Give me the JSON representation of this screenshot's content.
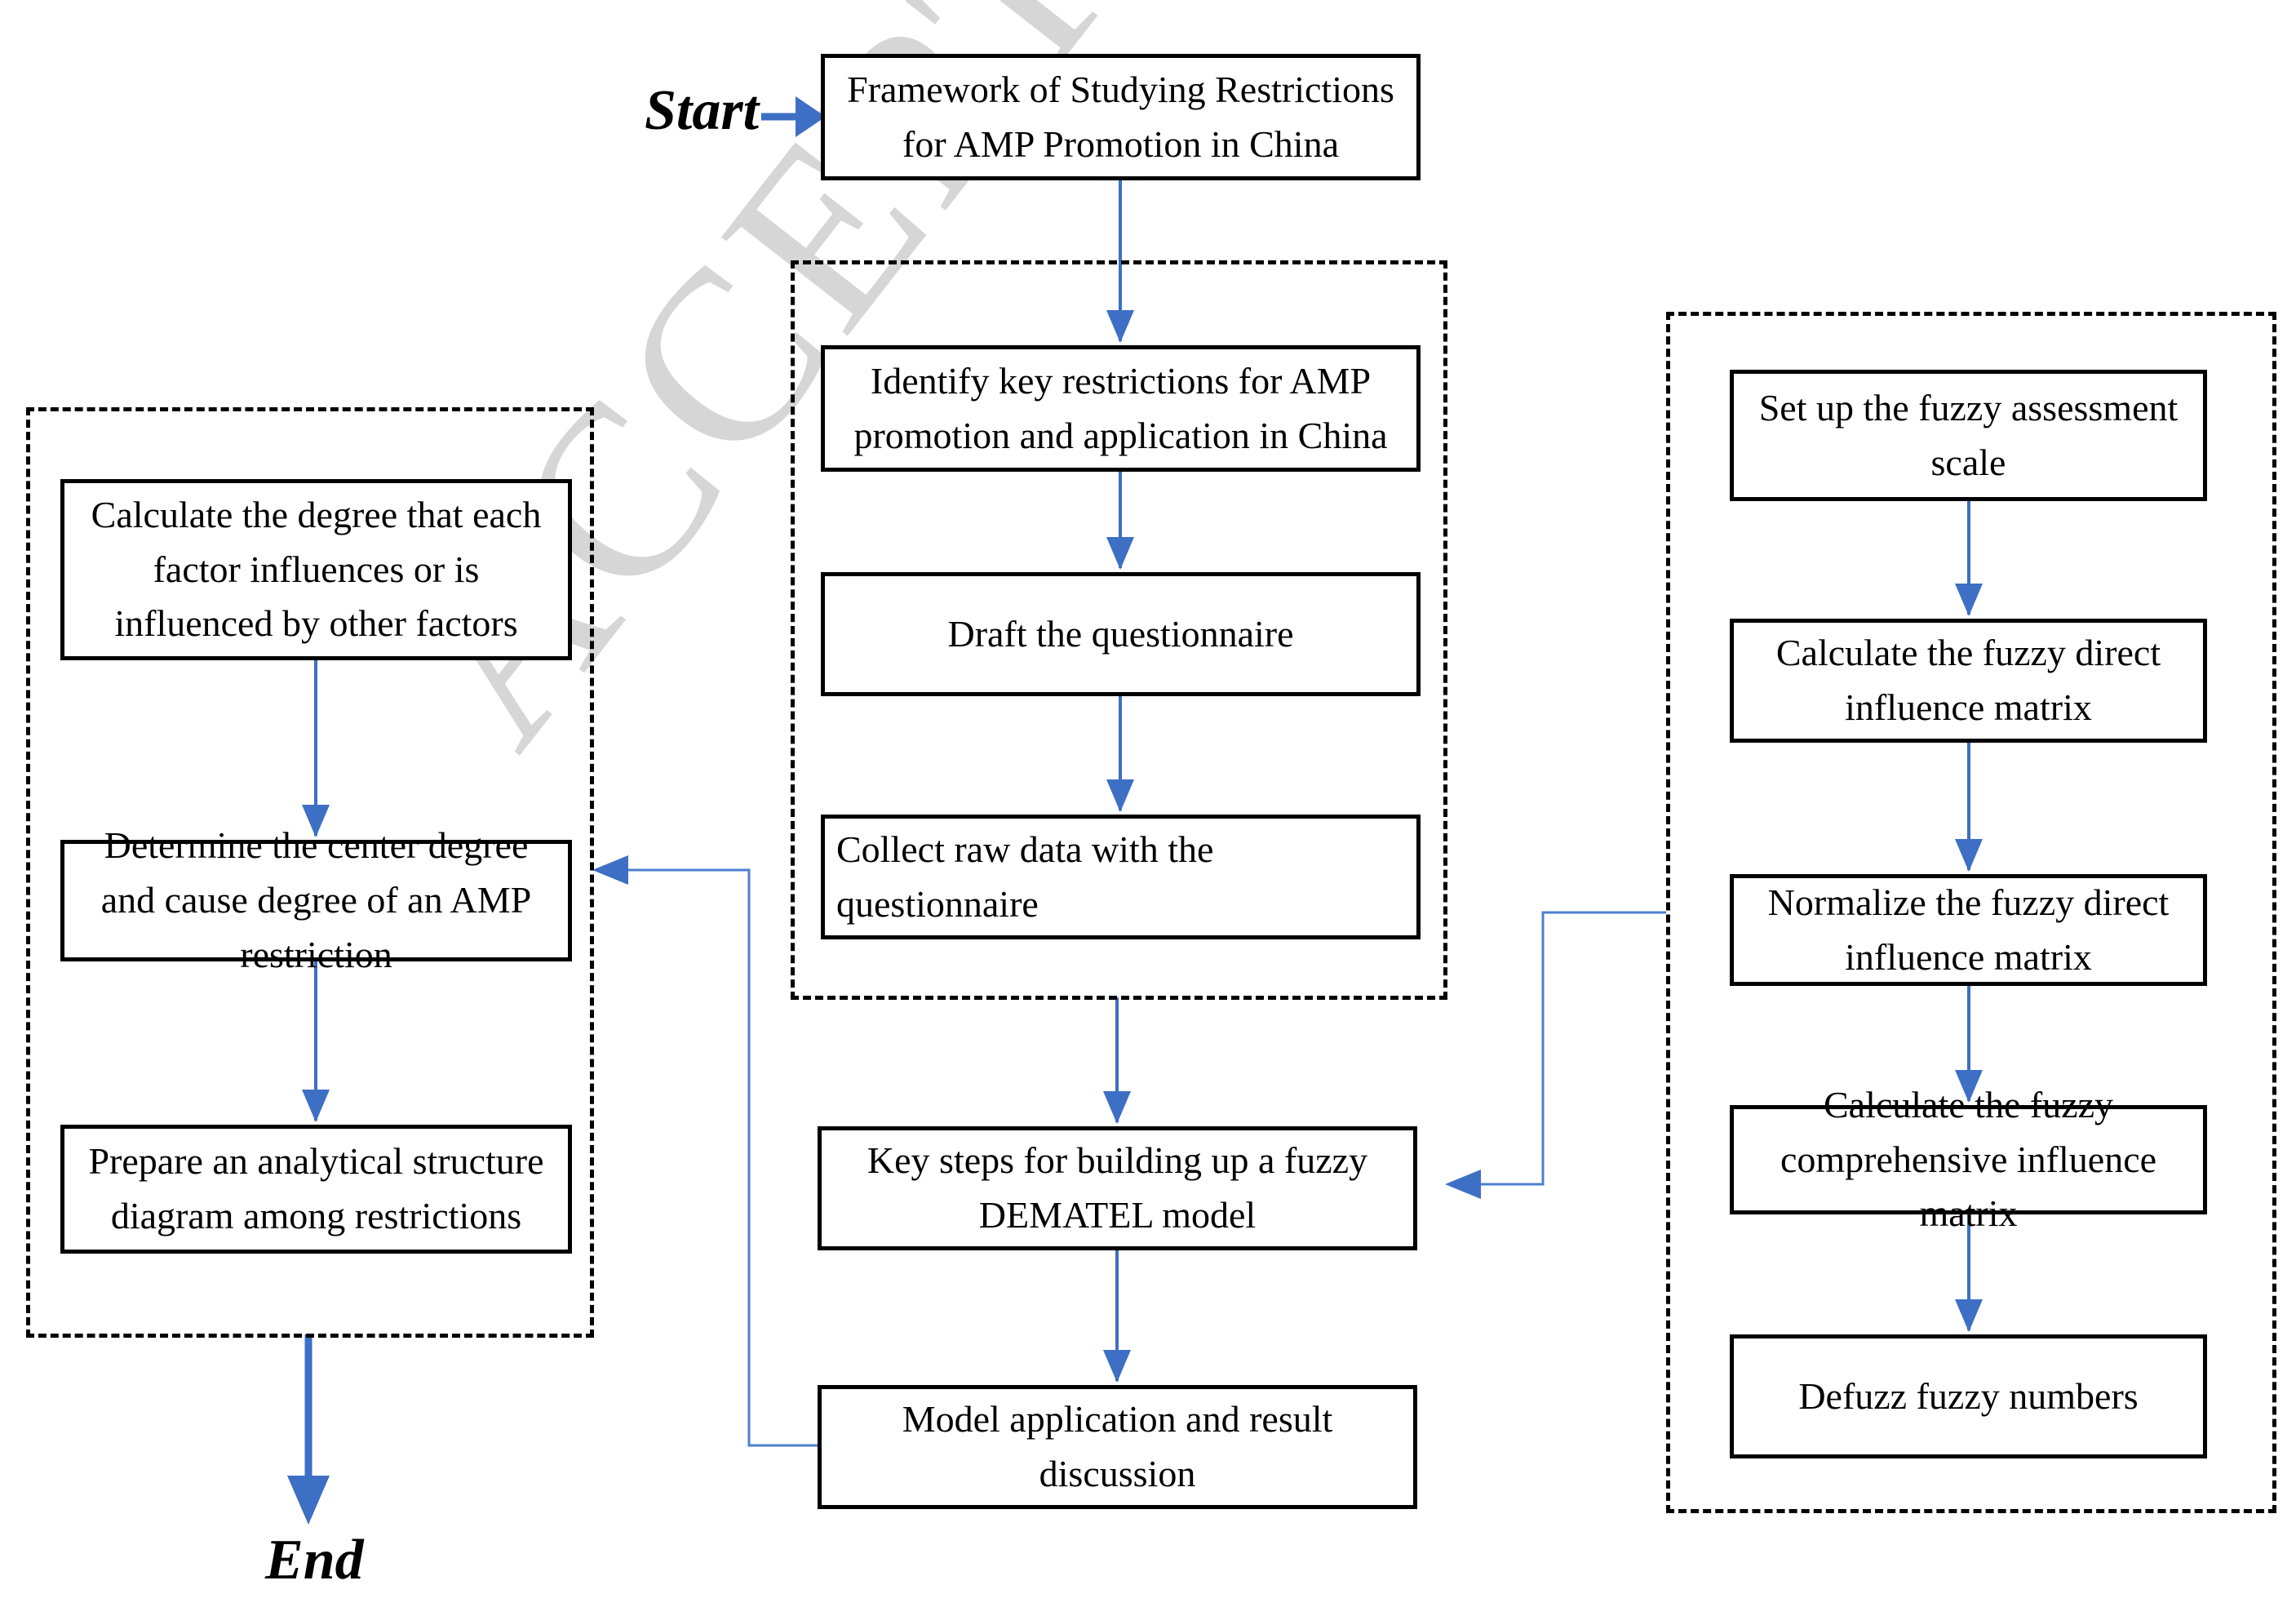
{
  "diagram": {
    "watermark": "ACCEPTED MANUSCRIPT",
    "start_label": "Start",
    "end_label": "End",
    "colors": {
      "arrow": "#3d6fc4",
      "thin_line": "#4b7fd0",
      "stroke": "#000000"
    },
    "nodes": {
      "framework": "Framework of Studying Restrictions for AMP Promotion in China",
      "identify": "Identify key restrictions for AMP promotion and application in China",
      "draft": "Draft the questionnaire",
      "collect": "Collect raw data with the questionnaire",
      "key_steps": "Key steps for building up a fuzzy DEMATEL model",
      "model_app": "Model application and result discussion",
      "calc_degree": "Calculate the degree that each factor influences or is influenced by other factors",
      "center_degree": "Determine the center degree and cause degree of an AMP restriction",
      "prepare": "Prepare an analytical structure diagram among restrictions",
      "fuzzy_scale": "Set up the fuzzy assessment scale",
      "fuzzy_direct": "Calculate the fuzzy direct influence matrix",
      "normalize": "Normalize the fuzzy direct influence matrix",
      "comprehensive": "Calculate the fuzzy comprehensive influence matrix",
      "defuzz": "Defuzz fuzzy numbers"
    }
  }
}
